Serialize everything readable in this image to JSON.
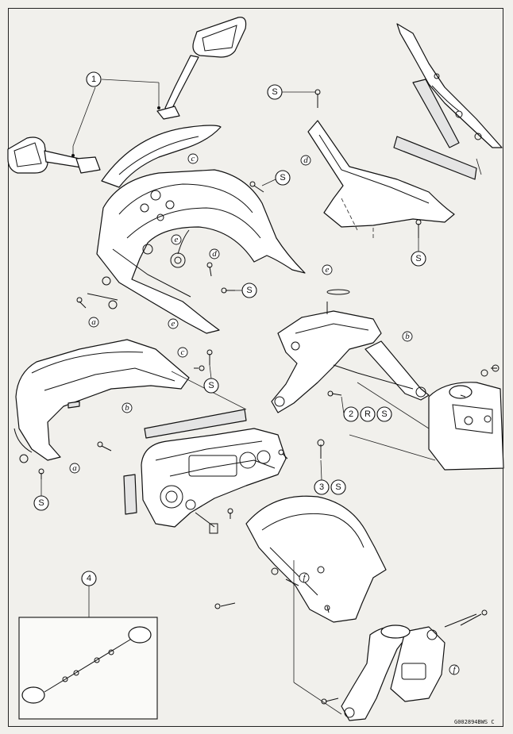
{
  "callouts": {
    "c1": "1",
    "c2": "2",
    "c3": "3",
    "c4": "4",
    "r": "R",
    "s": "S"
  },
  "letters": {
    "a": "a",
    "b": "b",
    "c": "c",
    "d": "d",
    "e": "e",
    "f": "f"
  },
  "drawing_code": "G002894BWS C"
}
